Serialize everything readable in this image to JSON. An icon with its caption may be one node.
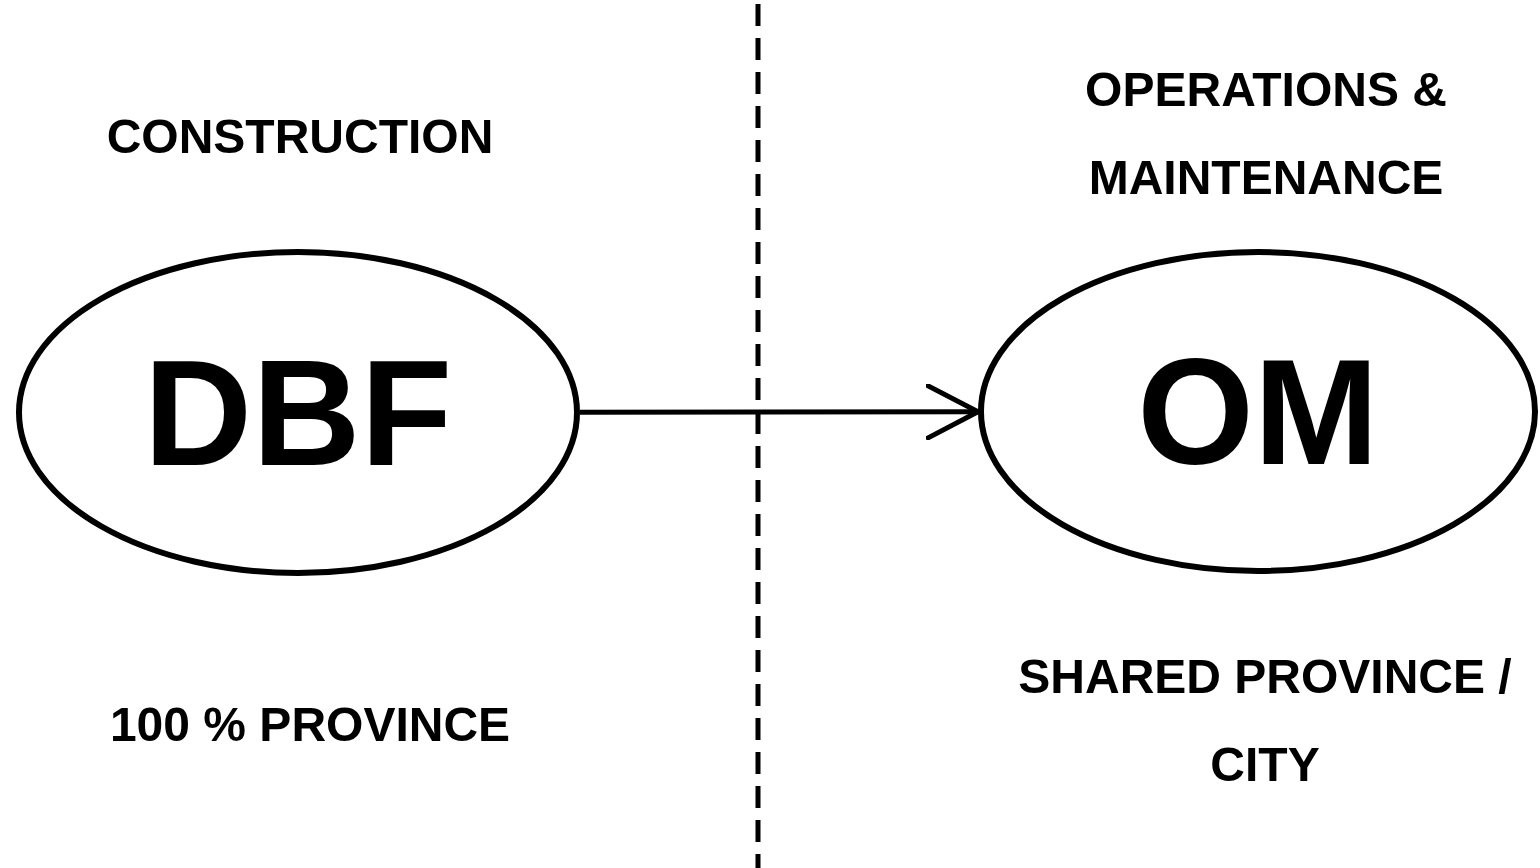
{
  "diagram": {
    "nodes": [
      {
        "text": [
          "DBF"
        ]
      },
      {
        "text": [
          "OM"
        ]
      }
    ],
    "edges": [
      {
        "from": 0,
        "to": 1,
        "arrow": "to"
      }
    ],
    "labels": [
      "CONSTRUCTION",
      "OPERATIONS & MAINTENANCE",
      "100 % PROVINCE",
      "SHARED PROVINCE / CITY"
    ]
  }
}
